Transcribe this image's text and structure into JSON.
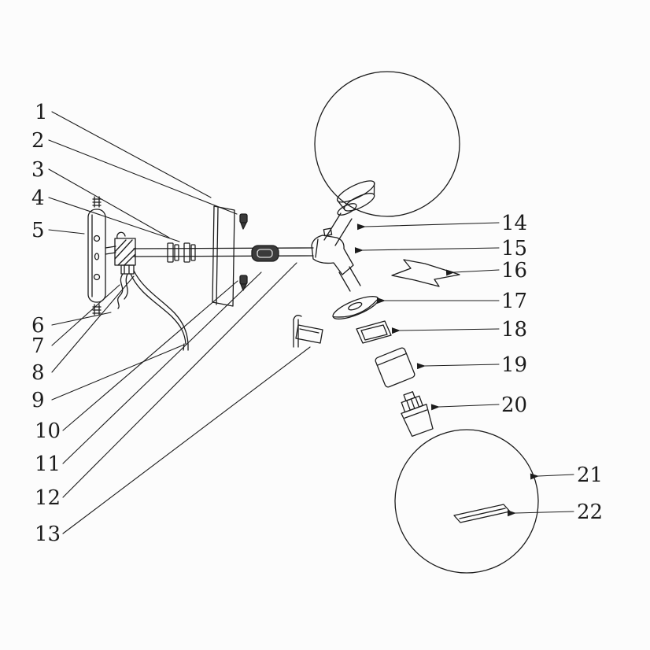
{
  "figure": {
    "background": "#fcfcfc",
    "ink": "#1c1c1c",
    "accent_dark": "#3a3a3a"
  },
  "callouts": {
    "left": [
      "1",
      "2",
      "3",
      "4",
      "5",
      "6",
      "7",
      "8",
      "9",
      "10",
      "11",
      "12",
      "13"
    ],
    "right": [
      "14",
      "15",
      "16",
      "17",
      "18",
      "19",
      "20",
      "21",
      "22"
    ]
  }
}
